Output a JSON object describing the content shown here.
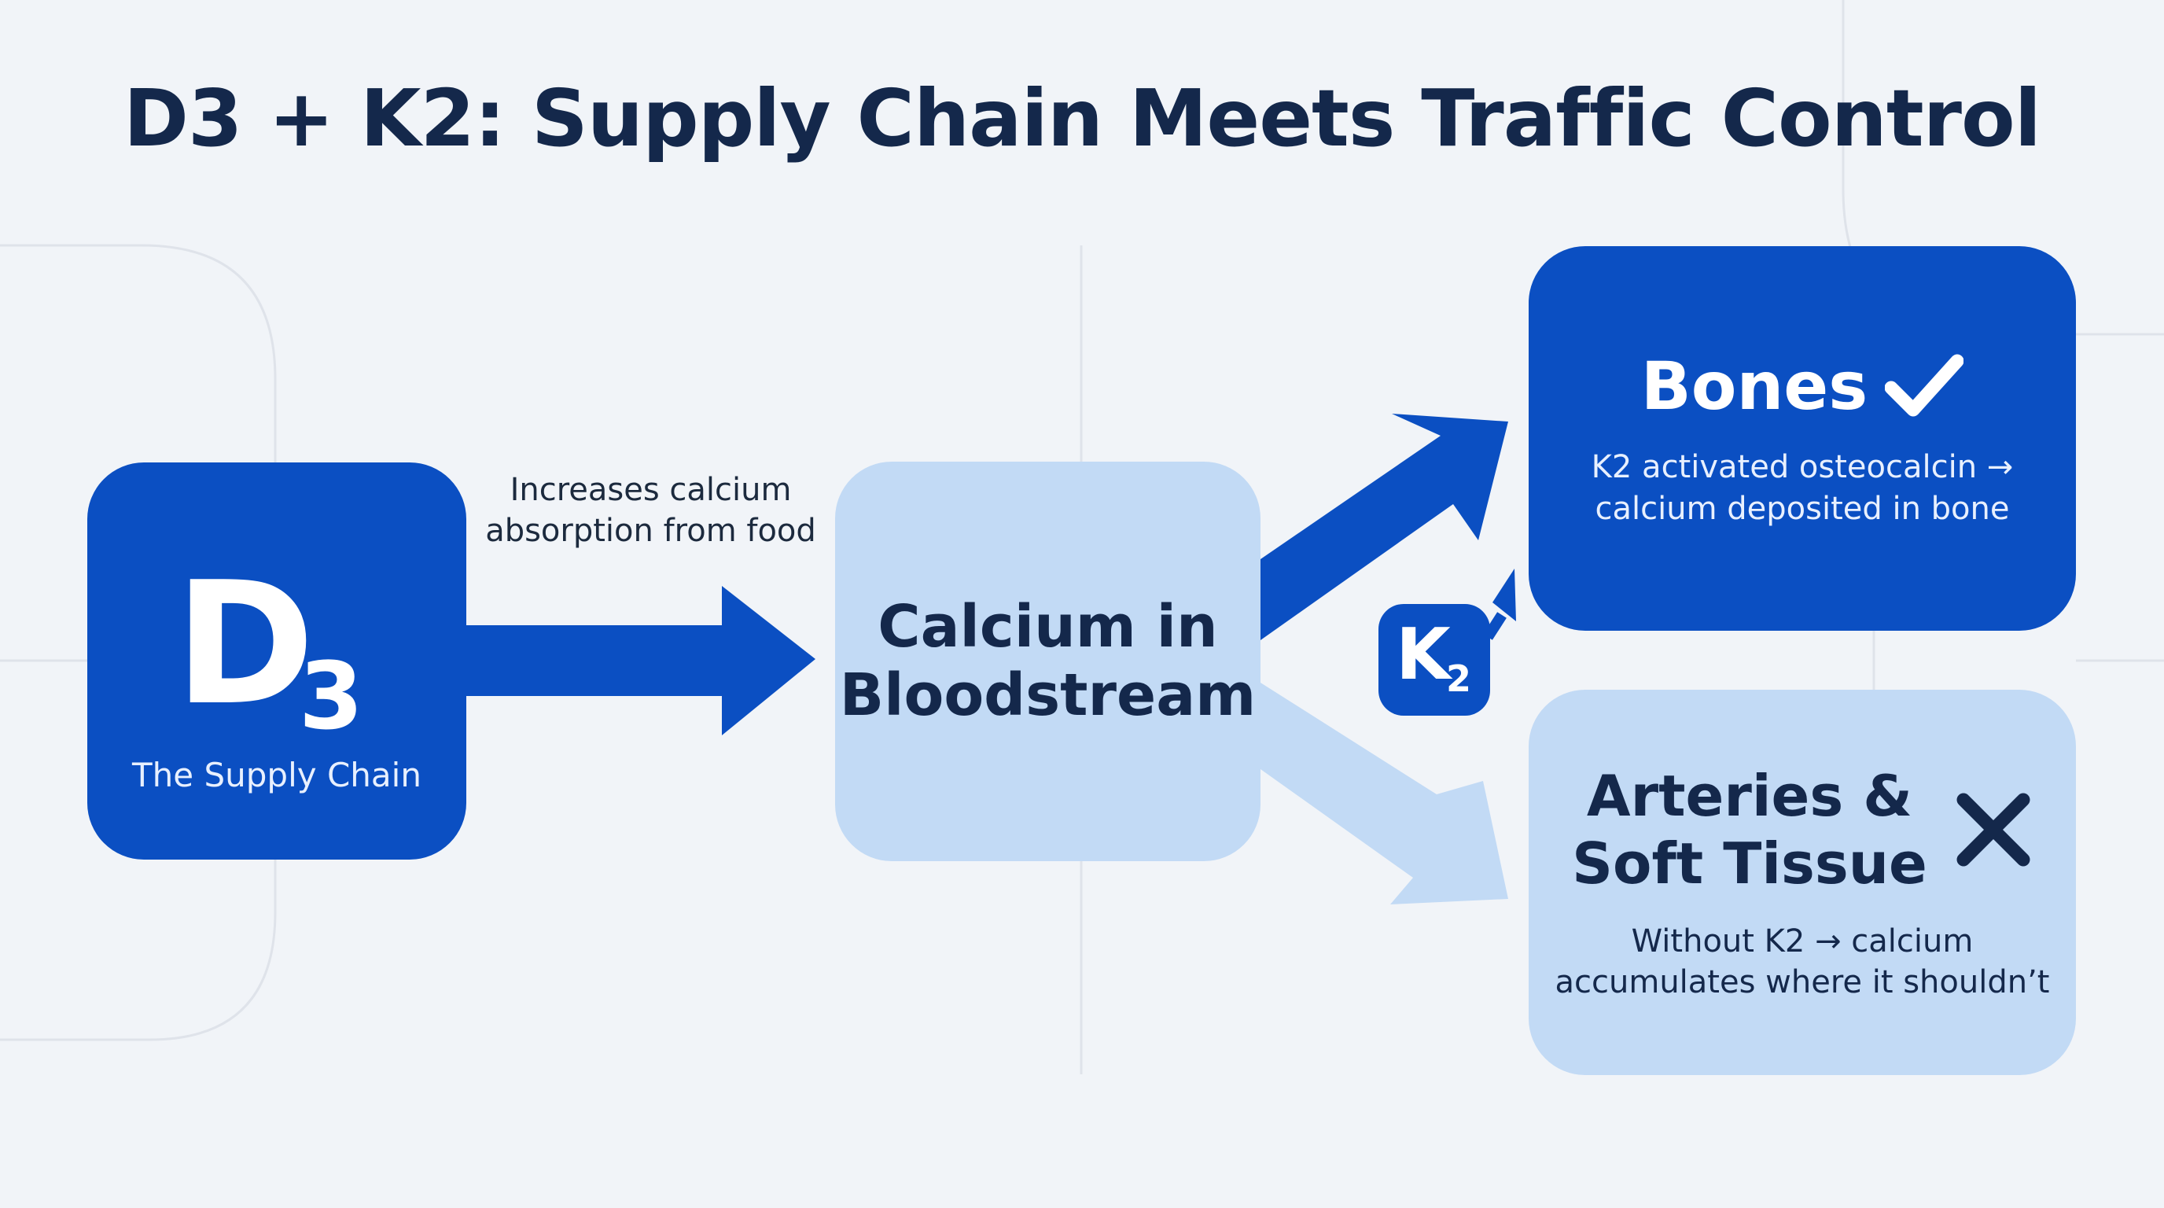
{
  "title": "D3 + K2: Supply Chain Meets Traffic Control",
  "d3": {
    "letter": "D",
    "subscript": "3",
    "label": "The Supply Chain"
  },
  "arrow_label": {
    "line1": "Increases calcium",
    "line2": "absorption from food"
  },
  "calcium": {
    "line1": "Calcium in",
    "line2": "Bloodstream"
  },
  "k2_badge": {
    "letter": "K",
    "subscript": "2"
  },
  "bones": {
    "title": "Bones",
    "desc_line1": "K2 activated osteocalcin →",
    "desc_line2": "calcium deposited in bone",
    "status_icon": "checkmark-icon"
  },
  "arteries": {
    "title_line1": "Arteries &",
    "title_line2": "Soft Tissue",
    "desc_line1": "Without K2 → calcium",
    "desc_line2": "accumulates where it shouldn’t",
    "status_icon": "cross-icon"
  },
  "colors": {
    "background": "#f1f4f8",
    "dark_blue": "#0b4fc2",
    "light_blue": "#c2daf5",
    "title_text": "#14284b",
    "grid_lines": "#dfe3ea"
  }
}
